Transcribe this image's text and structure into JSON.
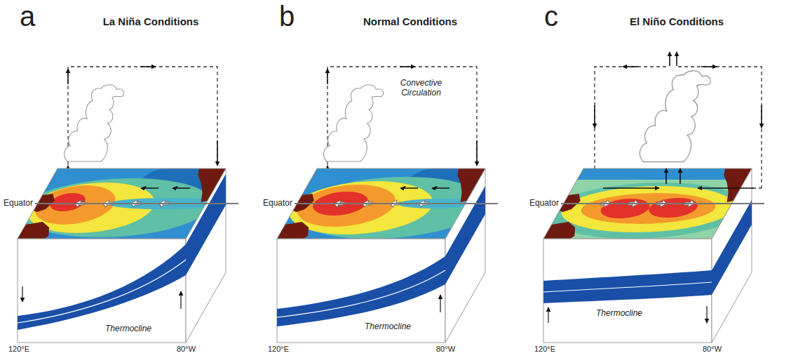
{
  "diagram": {
    "labels": [
      "a",
      "La Niña Conditions",
      "Equator",
      "Thermocline",
      "120°E",
      "80°W",
      "b",
      "Normal Conditions",
      "Convective Circulation",
      "Equator",
      "Thermocline",
      "120°E",
      "80°W",
      "c",
      "El Niño Conditions",
      "Equator",
      "Thermocline",
      "120°E",
      "80°W"
    ]
  }
}
